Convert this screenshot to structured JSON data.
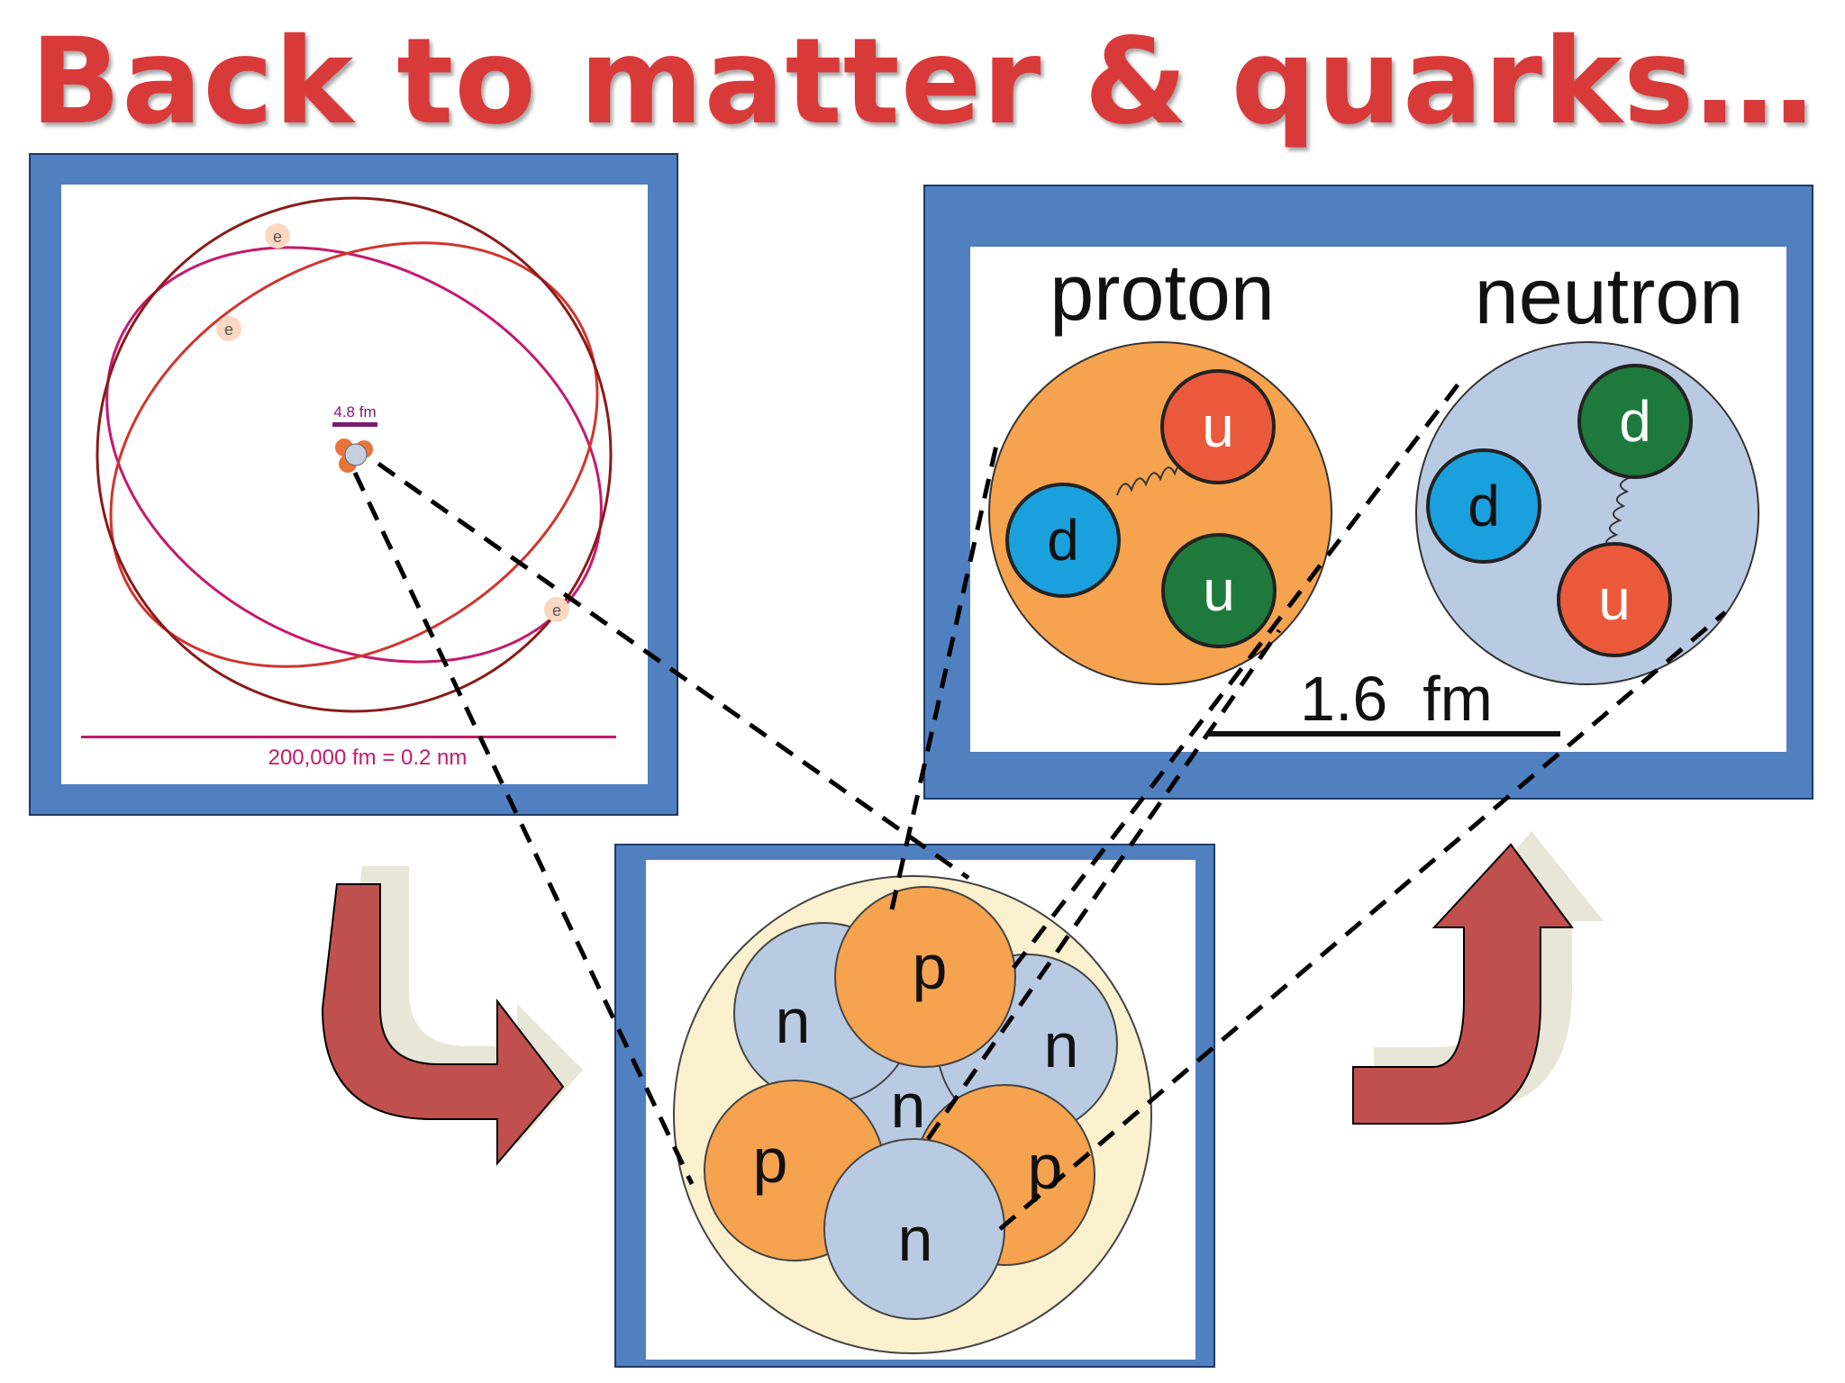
{
  "title": "Back to matter & quarks…",
  "atom_panel": {
    "electron_label": "e",
    "nucleus_scale_label": "4.8 fm",
    "atom_scale_label": "200,000 fm = 0.2 nm"
  },
  "nucleons_panel": {
    "proton_label": "p",
    "neutron_label": "n"
  },
  "quark_panel": {
    "proton_title": "proton",
    "neutron_title": "neutron",
    "up_label": "u",
    "down_label": "d",
    "scale_label": "1.6  fm"
  },
  "colors": {
    "frame_blue": "#5080c0",
    "title_red": "#d83a3a",
    "arrow_red": "#c0504d",
    "proton_orange": "#f5a34f",
    "neutron_blue": "#b9cbe3",
    "quark_red": "#ea5a3a",
    "quark_green": "#1e7a3c",
    "quark_blue": "#1aa0dc",
    "nucleus_cream": "#fbf1cf"
  }
}
